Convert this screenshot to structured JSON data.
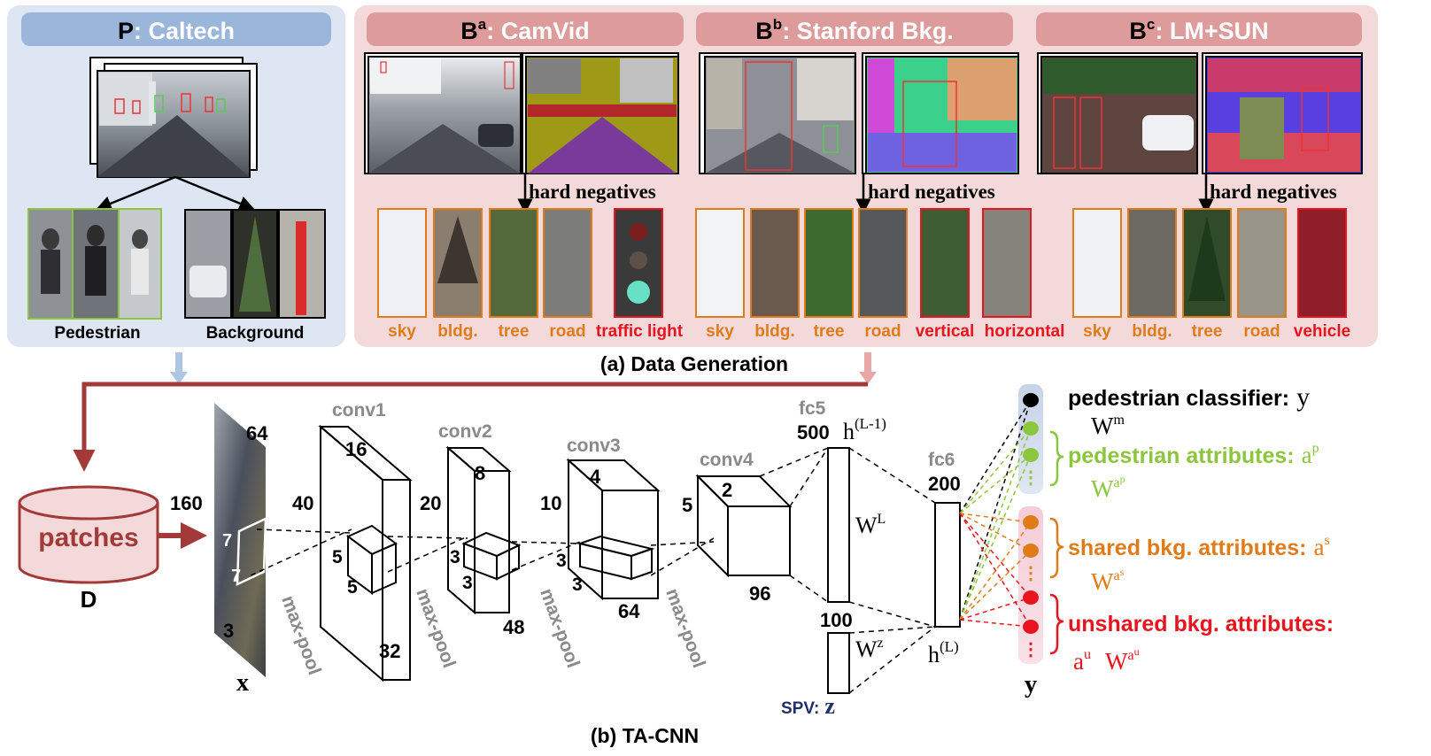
{
  "panel_p": {
    "title_base": "P",
    "title_rest": ": Caltech",
    "pedestrian_label": "Pedestrian",
    "background_label": "Background"
  },
  "panel_b": {
    "camvid": {
      "base": "B",
      "sup": "a",
      "rest": ": CamVid"
    },
    "stanford": {
      "base": "B",
      "sup": "b",
      "rest": ": Stanford Bkg."
    },
    "lmsun": {
      "base": "B",
      "sup": "c",
      "rest": ": LM+SUN"
    },
    "hard_negatives": "hard negatives",
    "camvid_labels": [
      "sky",
      "bldg.",
      "tree",
      "road",
      "traffic light"
    ],
    "stanford_labels": [
      "sky",
      "bldg.",
      "tree",
      "road",
      "vertical",
      "horizontal"
    ],
    "lmsun_labels": [
      "sky",
      "bldg.",
      "tree",
      "road",
      "vehicle"
    ]
  },
  "captions": {
    "data_generation": "(a) Data Generation",
    "ta_cnn": "(b) TA-CNN"
  },
  "network": {
    "patches_label": "patches",
    "d_label": "D",
    "x_label": "x",
    "input_dims": {
      "width": "64",
      "height": "160",
      "channels": "3",
      "filter": "7"
    },
    "conv1": {
      "name": "conv1",
      "h": "40",
      "d": "16",
      "c": "32",
      "k": "5"
    },
    "conv2": {
      "name": "conv2",
      "h": "20",
      "d": "8",
      "c": "48",
      "k": "3"
    },
    "conv3": {
      "name": "conv3",
      "h": "10",
      "d": "4",
      "c": "64",
      "k": "3"
    },
    "conv4": {
      "name": "conv4",
      "h": "5",
      "d": "2",
      "c": "96"
    },
    "max_pool": "max-pool",
    "fc5": {
      "name": "fc5",
      "size": "500",
      "h": "h",
      "h_sup": "(L-1)"
    },
    "fc6": {
      "name": "fc6",
      "size": "200",
      "h": "h",
      "h_sup": "(L)"
    },
    "spv": {
      "size": "100",
      "label": "SPV:",
      "var": "z"
    },
    "w_l": {
      "base": "W",
      "sup": "L"
    },
    "w_z": {
      "base": "W",
      "sup": "z"
    },
    "y_label": "y"
  },
  "outputs": {
    "pedestrian_classifier": {
      "text": "pedestrian classifier:",
      "var": "y",
      "w": "W",
      "w_sup": "m"
    },
    "pedestrian_attributes": {
      "text": "pedestrian attributes:",
      "var": "a",
      "var_sup": "p",
      "w": "W",
      "w_sup": "a",
      "w_sup2": "p"
    },
    "shared_bkg": {
      "text": "shared bkg. attributes:",
      "var": "a",
      "var_sup": "s",
      "w": "W",
      "w_sup": "a",
      "w_sup2": "s"
    },
    "unshared_bkg": {
      "text": "unshared bkg. attributes:",
      "var": "a",
      "var_sup": "u",
      "w": "W",
      "w_sup": "a",
      "w_sup2": "u"
    }
  },
  "colors": {
    "panel_p_bg": "#dde6f2",
    "panel_p_title": "#9ab7db",
    "panel_b_bg": "#f3d9d9",
    "panel_b_title": "#de9b9b",
    "dark_red": "#a33a3a",
    "orange": "#e07b1a",
    "red": "#e8141e",
    "green": "#8cc63f",
    "spv_blue": "#1f2f6b",
    "gray": "#8a8a8a"
  }
}
